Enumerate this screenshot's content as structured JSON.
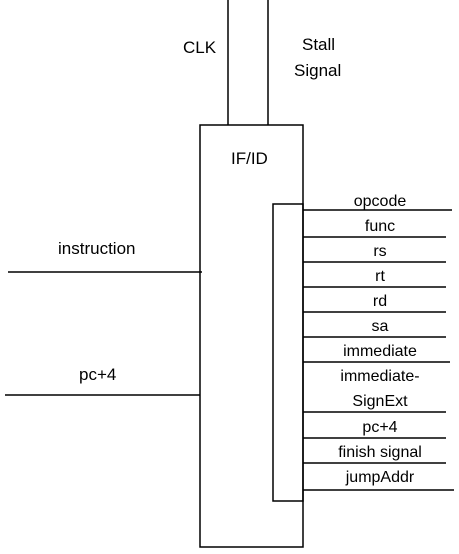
{
  "module": {
    "title": "IF/ID"
  },
  "inputs": {
    "clk": "CLK",
    "stall_line1": "Stall",
    "stall_line2": "Signal",
    "instruction": "instruction",
    "pc4": "pc+4"
  },
  "outputs": [
    {
      "label": "opcode"
    },
    {
      "label": "func"
    },
    {
      "label": "rs"
    },
    {
      "label": "rt"
    },
    {
      "label": "rd"
    },
    {
      "label": "sa"
    },
    {
      "label": "immediate"
    },
    {
      "label": "immediate-",
      "label2": "SignExt"
    },
    {
      "label": "pc+4"
    },
    {
      "label": "finish signal"
    },
    {
      "label": "jumpAddr"
    }
  ],
  "colors": {
    "stroke": "#000000",
    "background": "#ffffff"
  }
}
